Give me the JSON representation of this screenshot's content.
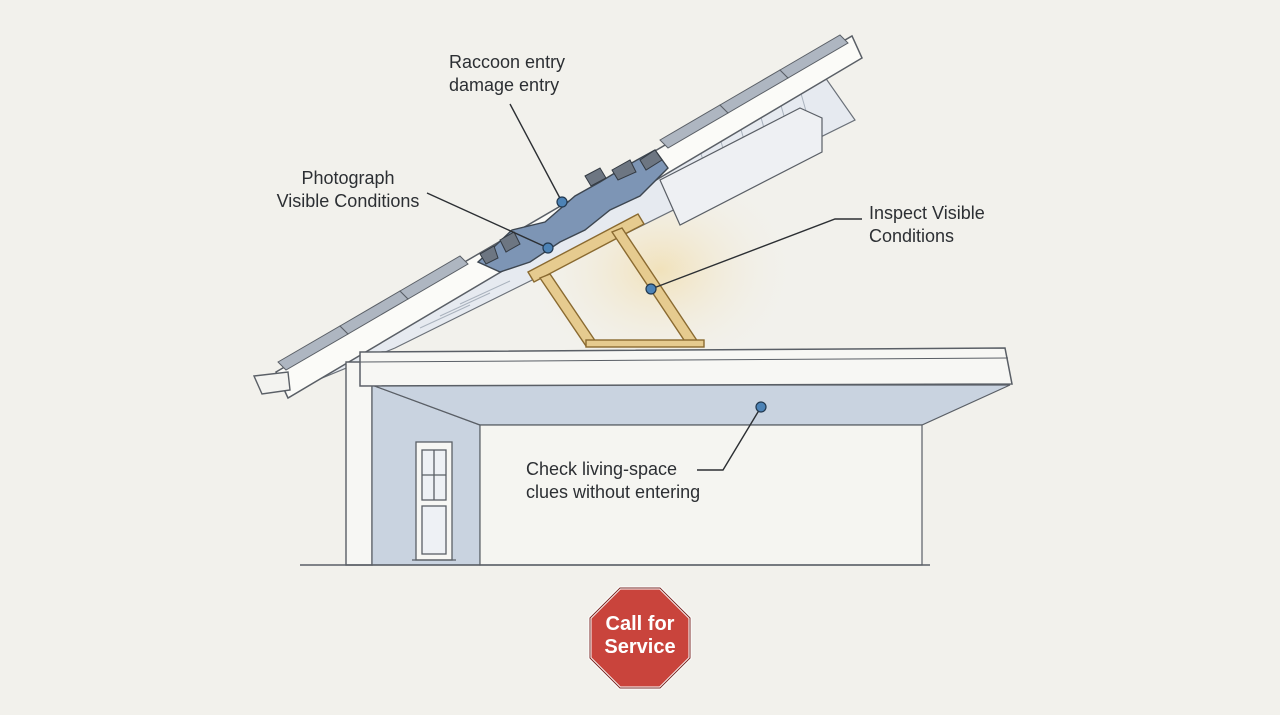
{
  "callouts": {
    "raccoon_entry": {
      "line1": "Raccoon entry",
      "line2": "damage  entry"
    },
    "photograph": {
      "line1": "Photograph",
      "line2": "Visible Conditions"
    },
    "inspect": {
      "line1": "Inspect Visible",
      "line2": "Conditions"
    },
    "check_living": {
      "line1": "Check living-space",
      "line2": "clues without entering"
    }
  },
  "stop_sign": {
    "line1": "Call for",
    "line2": "Service"
  },
  "colors": {
    "background": "#f2f1ec",
    "outline": "#5a5f66",
    "wall_blue": "#c9d3e0",
    "damage_blue": "#7d95b5",
    "wood": "#e6cb8f",
    "callout_dot": "#4d83b6",
    "stop_red": "#c9443c"
  }
}
